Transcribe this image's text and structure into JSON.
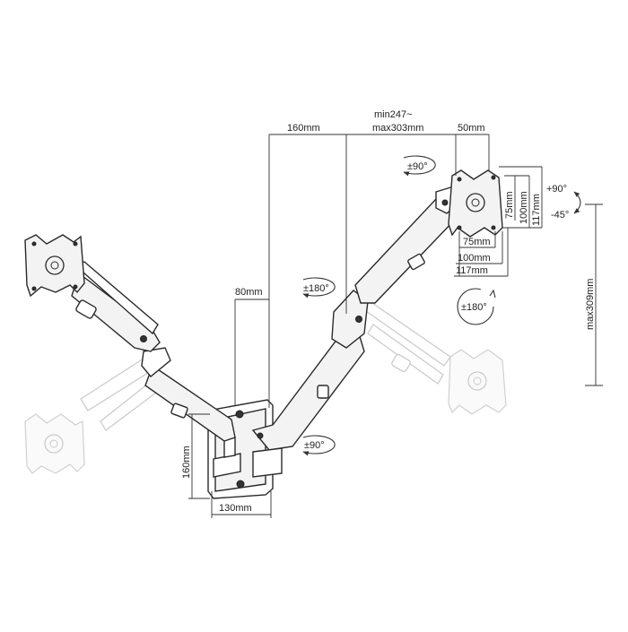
{
  "dimensions": {
    "arm_reach": "160mm",
    "arm_length_min": "min247~",
    "arm_length_max": "max303mm",
    "vesa_offset": "50mm",
    "vesa_75_v": "75mm",
    "vesa_100_v": "100mm",
    "vesa_117_v": "117mm",
    "vesa_75_h": "75mm",
    "vesa_100_h": "100mm",
    "vesa_117_h": "117mm",
    "pole_offset": "80mm",
    "height_max": "max309mm",
    "base_height": "160mm",
    "base_width": "130mm"
  },
  "rotations": {
    "swivel_top": "±90°",
    "tilt_up": "+90°",
    "tilt_down": "-45°",
    "rotate_mid": "±180°",
    "rotate_right": "±180°",
    "swivel_base": "±90°"
  }
}
